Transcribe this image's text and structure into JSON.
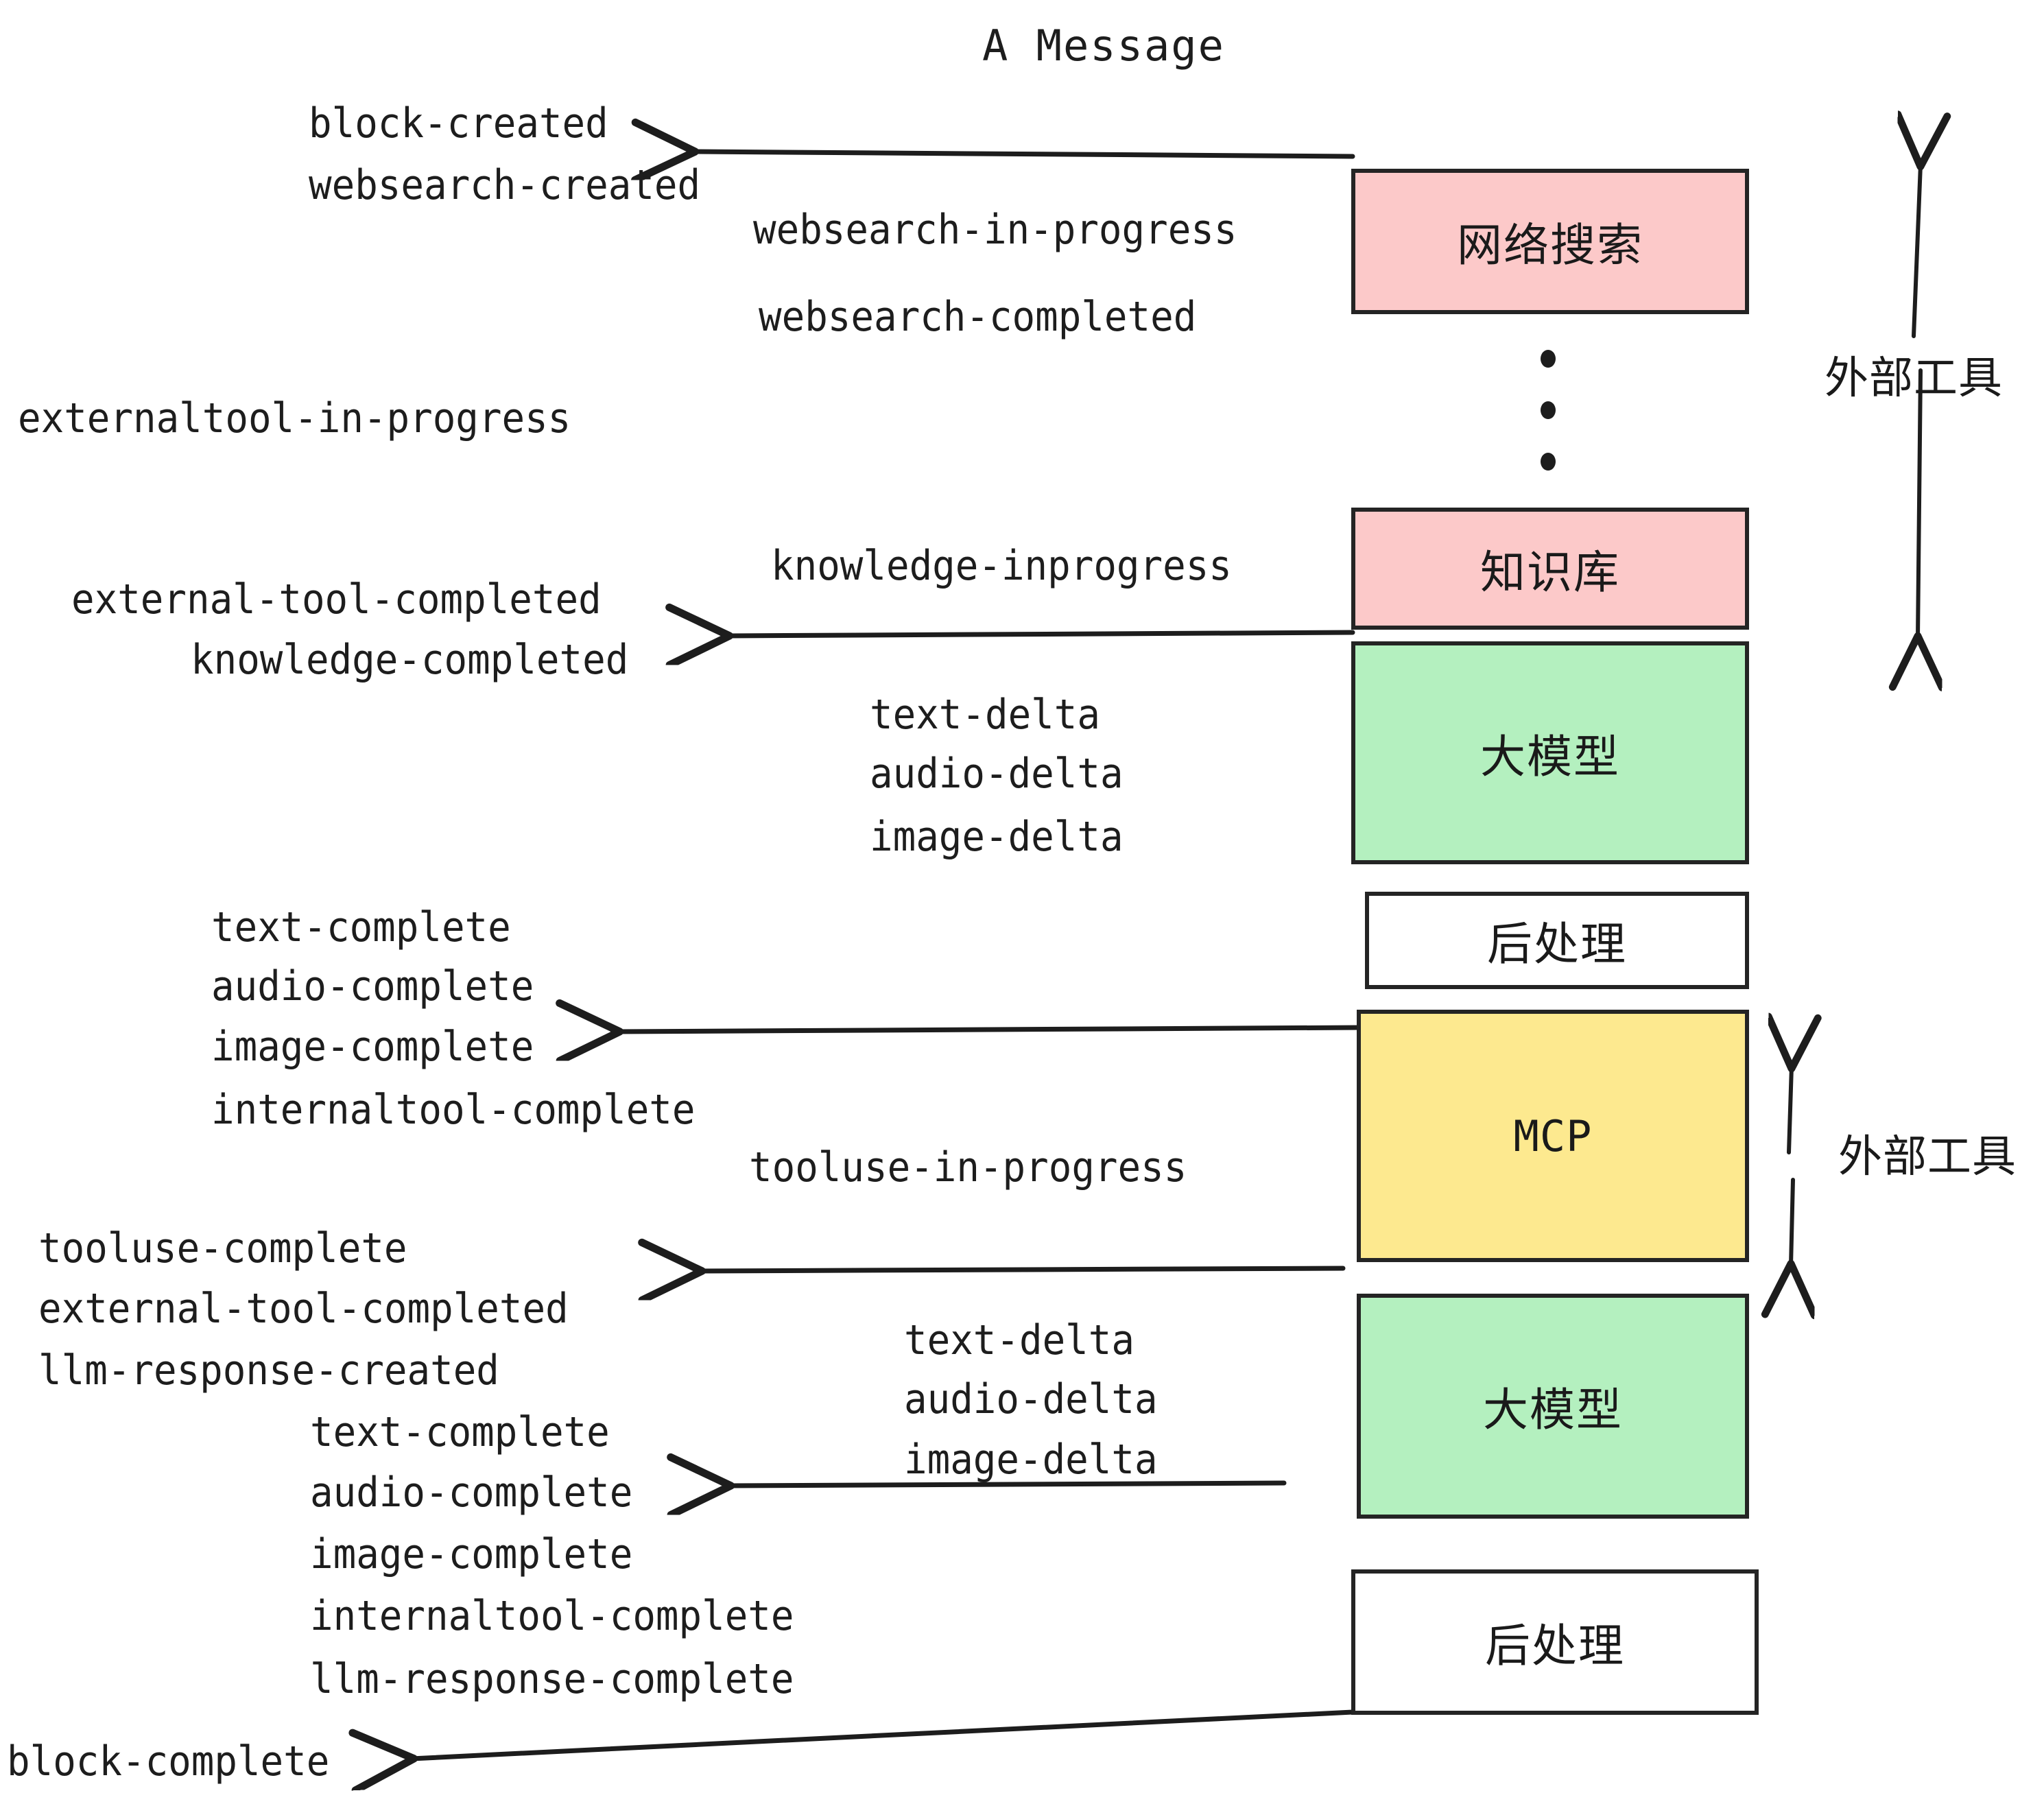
{
  "title": "A Message",
  "colors": {
    "pink": "#fcc9c9",
    "green": "#b4f0bf",
    "yellow": "#fde98f",
    "white": "#ffffff",
    "stroke": "#242424",
    "text": "#1d1d1d"
  },
  "nodes": [
    {
      "id": "websearch",
      "label": "网络搜索",
      "fill": "#fcc9c9"
    },
    {
      "id": "knowledge",
      "label": "知识库",
      "fill": "#fcc9c9"
    },
    {
      "id": "llm-top",
      "label": "大模型",
      "fill": "#b4f0bf"
    },
    {
      "id": "postprocess-top",
      "label": "后处理",
      "fill": "#ffffff"
    },
    {
      "id": "mcp",
      "label": "MCP",
      "fill": "#fde98f"
    },
    {
      "id": "llm-bottom",
      "label": "大模型",
      "fill": "#b4f0bf"
    },
    {
      "id": "postprocess-bottom",
      "label": "后处理",
      "fill": "#ffffff"
    }
  ],
  "side_labels": [
    {
      "id": "external-tools-top",
      "text": "外部工具"
    },
    {
      "id": "external-tools-bottom",
      "text": "外部工具"
    }
  ],
  "events": {
    "block_created": "block-created",
    "websearch_created": "websearch-created",
    "websearch_in_progress": "websearch-in-progress",
    "websearch_completed": "websearch-completed",
    "externaltool_in_progress": "externaltool-in-progress",
    "knowledge_inprogress": "knowledge-inprogress",
    "external_tool_completed_1": "external-tool-completed",
    "knowledge_completed": "knowledge-completed",
    "text_delta_1": "text-delta",
    "audio_delta_1": "audio-delta",
    "image_delta_1": "image-delta",
    "text_complete_1": "text-complete",
    "audio_complete_1": "audio-complete",
    "image_complete_1": "image-complete",
    "internaltool_complete_1": "internaltool-complete",
    "tooluse_in_progress": "tooluse-in-progress",
    "tooluse_complete": "tooluse-complete",
    "external_tool_completed_2": "external-tool-completed",
    "llm_response_created": "llm-response-created",
    "text_delta_2": "text-delta",
    "audio_delta_2": "audio-delta",
    "image_delta_2": "image-delta",
    "text_complete_2": "text-complete",
    "audio_complete_2": "audio-complete",
    "image_complete_2": "image-complete",
    "internaltool_complete_2": "internaltool-complete",
    "llm_response_complete": "llm-response-complete",
    "block_complete": "block-complete"
  }
}
